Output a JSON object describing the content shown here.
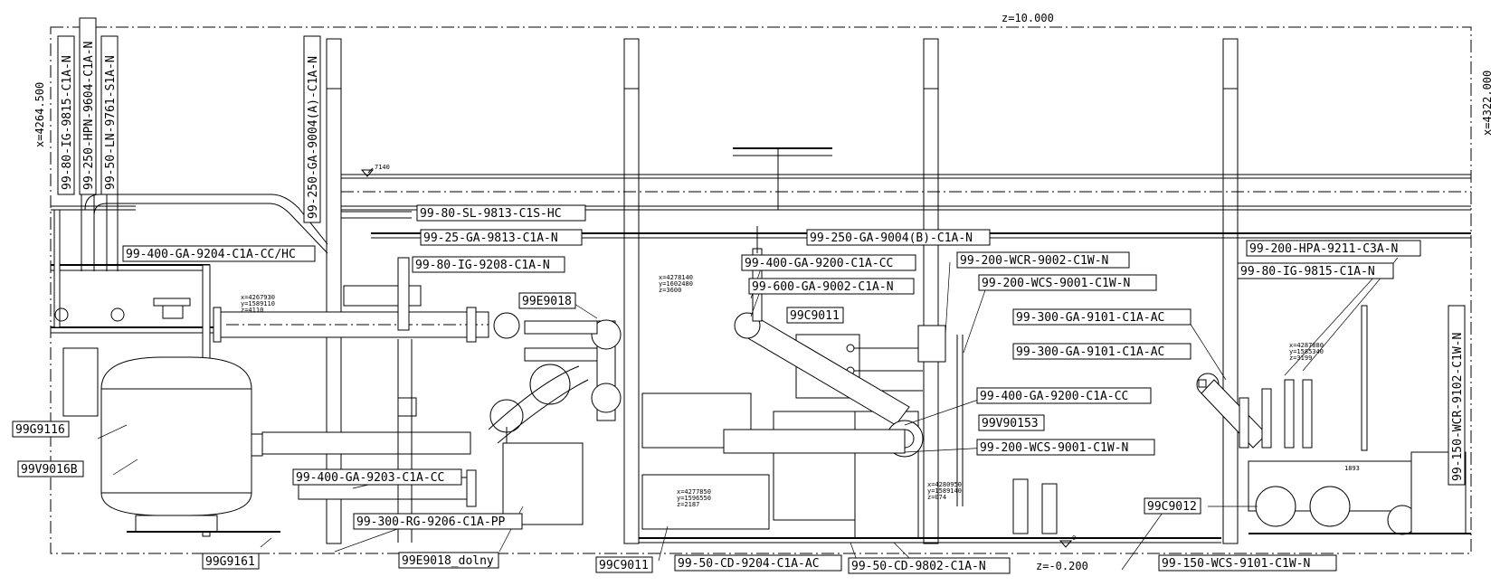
{
  "coordinates": {
    "top_z": "z=10.000",
    "bottom_z": "z=-0.200",
    "left_x": "x=4264.500",
    "right_x": "x=4322.000",
    "elev_7140": "7140",
    "elev_0": "0"
  },
  "point_labels": {
    "p1": [
      "x=4267930",
      "y=1589110",
      "z=4110"
    ],
    "p2": [
      "x=4278140",
      "y=1602480",
      "z=3600"
    ],
    "p3": [
      "x=4277850",
      "y=1596550",
      "z=2187"
    ],
    "p4": [
      "x=4280950",
      "y=1589140",
      "z=074"
    ],
    "p5": [
      "x=4287880",
      "y=1585340",
      "z=3199"
    ],
    "dim_1893": "1893"
  },
  "vertical_tags": {
    "v1": "99-80-IG-9815-C1A-N",
    "v2": "99-250-HPN-9604-C1A-N",
    "v3": "99-50-LN-9761-S1A-N",
    "v4": "99-250-GA-9004(A)-C1A-N",
    "v5": "99-150-WCR-9102-C1W-N"
  },
  "tags": {
    "t1": "99-400-GA-9204-C1A-CC/HC",
    "t2": "99-80-SL-9813-C1S-HC",
    "t3": "99-25-GA-9813-C1A-N",
    "t4": "99-80-IG-9208-C1A-N",
    "t5": "99E9018",
    "t6": "99-250-GA-9004(B)-C1A-N",
    "t7": "99-400-GA-9200-C1A-CC",
    "t8": "99-600-GA-9002-C1A-N",
    "t9": "99C9011",
    "t10": "99-200-WCR-9002-C1W-N",
    "t11": "99-200-WCS-9001-C1W-N",
    "t12": "99-200-HPA-9211-C3A-N",
    "t13": "99-80-IG-9815-C1A-N",
    "t14": "99-300-GA-9101-C1A-AC",
    "t15": "99-300-GA-9101-C1A-AC",
    "t16": "99-400-GA-9200-C1A-CC",
    "t17": "99V90153",
    "t18": "99-200-WCS-9001-C1W-N",
    "t19": "99G9116",
    "t20": "99V9016B",
    "t21": "99-400-GA-9203-C1A-CC",
    "t22": "99-300-RG-9206-C1A-PP",
    "t23": "99C9012",
    "t24": "99G9161",
    "t25": "99E9018_dolny",
    "t26": "99C9011",
    "t27": "99-50-CD-9204-C1A-AC",
    "t28": "99-50-CD-9802-C1A-N",
    "t29": "99-150-WCS-9101-C1W-N"
  }
}
